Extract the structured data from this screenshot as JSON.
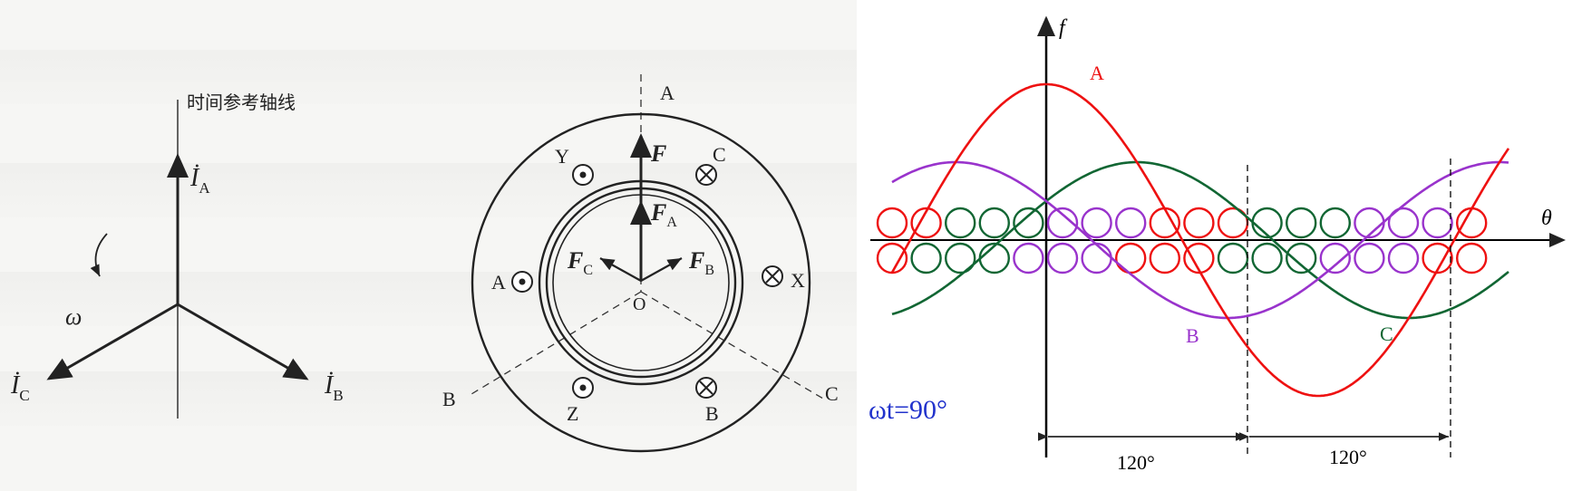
{
  "left_panel": {
    "time_axis_label": "时间参考轴线",
    "phasor_A": {
      "main": "İ",
      "sub": "A"
    },
    "phasor_B": {
      "main": "İ",
      "sub": "B"
    },
    "phasor_C": {
      "main": "İ",
      "sub": "C"
    },
    "omega": "ω"
  },
  "middle_panel": {
    "axis_A": "A",
    "axis_B": "B",
    "axis_C": "C",
    "coil_Y": "Y",
    "coil_C": "C",
    "coil_A": "A",
    "coil_X": "X",
    "coil_Z": "Z",
    "coil_B": "B",
    "origin": "O",
    "vec_F": "F",
    "vec_FA": {
      "main": "F",
      "sub": "A"
    },
    "vec_FB": {
      "main": "F",
      "sub": "B"
    },
    "vec_FC": {
      "main": "F",
      "sub": "C"
    }
  },
  "right_panel": {
    "y_axis": "f",
    "x_axis": "θ",
    "time_label": "ωt=90°",
    "curve_labels": {
      "A": "A",
      "B": "B",
      "C": "C"
    },
    "span_1": "120°",
    "span_2": "120°",
    "colors": {
      "A": "#ee1111",
      "B": "#9933cc",
      "C": "#116633",
      "time_label": "#2233cc"
    },
    "conductor_row_top": [
      "A",
      "A",
      "C",
      "C",
      "C",
      "B",
      "B",
      "B",
      "A",
      "A",
      "A",
      "C",
      "C",
      "C",
      "B",
      "B",
      "B",
      "A"
    ],
    "conductor_row_bottom": [
      "A",
      "C",
      "C",
      "C",
      "B",
      "B",
      "B",
      "A",
      "A",
      "A",
      "C",
      "C",
      "C",
      "B",
      "B",
      "B",
      "A",
      "A"
    ]
  }
}
